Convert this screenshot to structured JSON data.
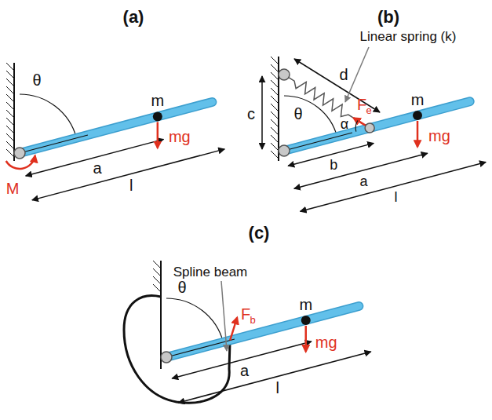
{
  "diagram": {
    "labels": [
      "(a)",
      "θ",
      "m",
      "mg",
      "M",
      "a",
      "l",
      "(b)",
      "Linear spring (k)",
      "d",
      "c",
      "θ",
      "α",
      "F",
      "e",
      "m",
      "mg",
      "b",
      "a",
      "l",
      "(c)",
      "Spline beam",
      "θ",
      "F",
      "b",
      "m",
      "mg",
      "a",
      "l"
    ]
  }
}
